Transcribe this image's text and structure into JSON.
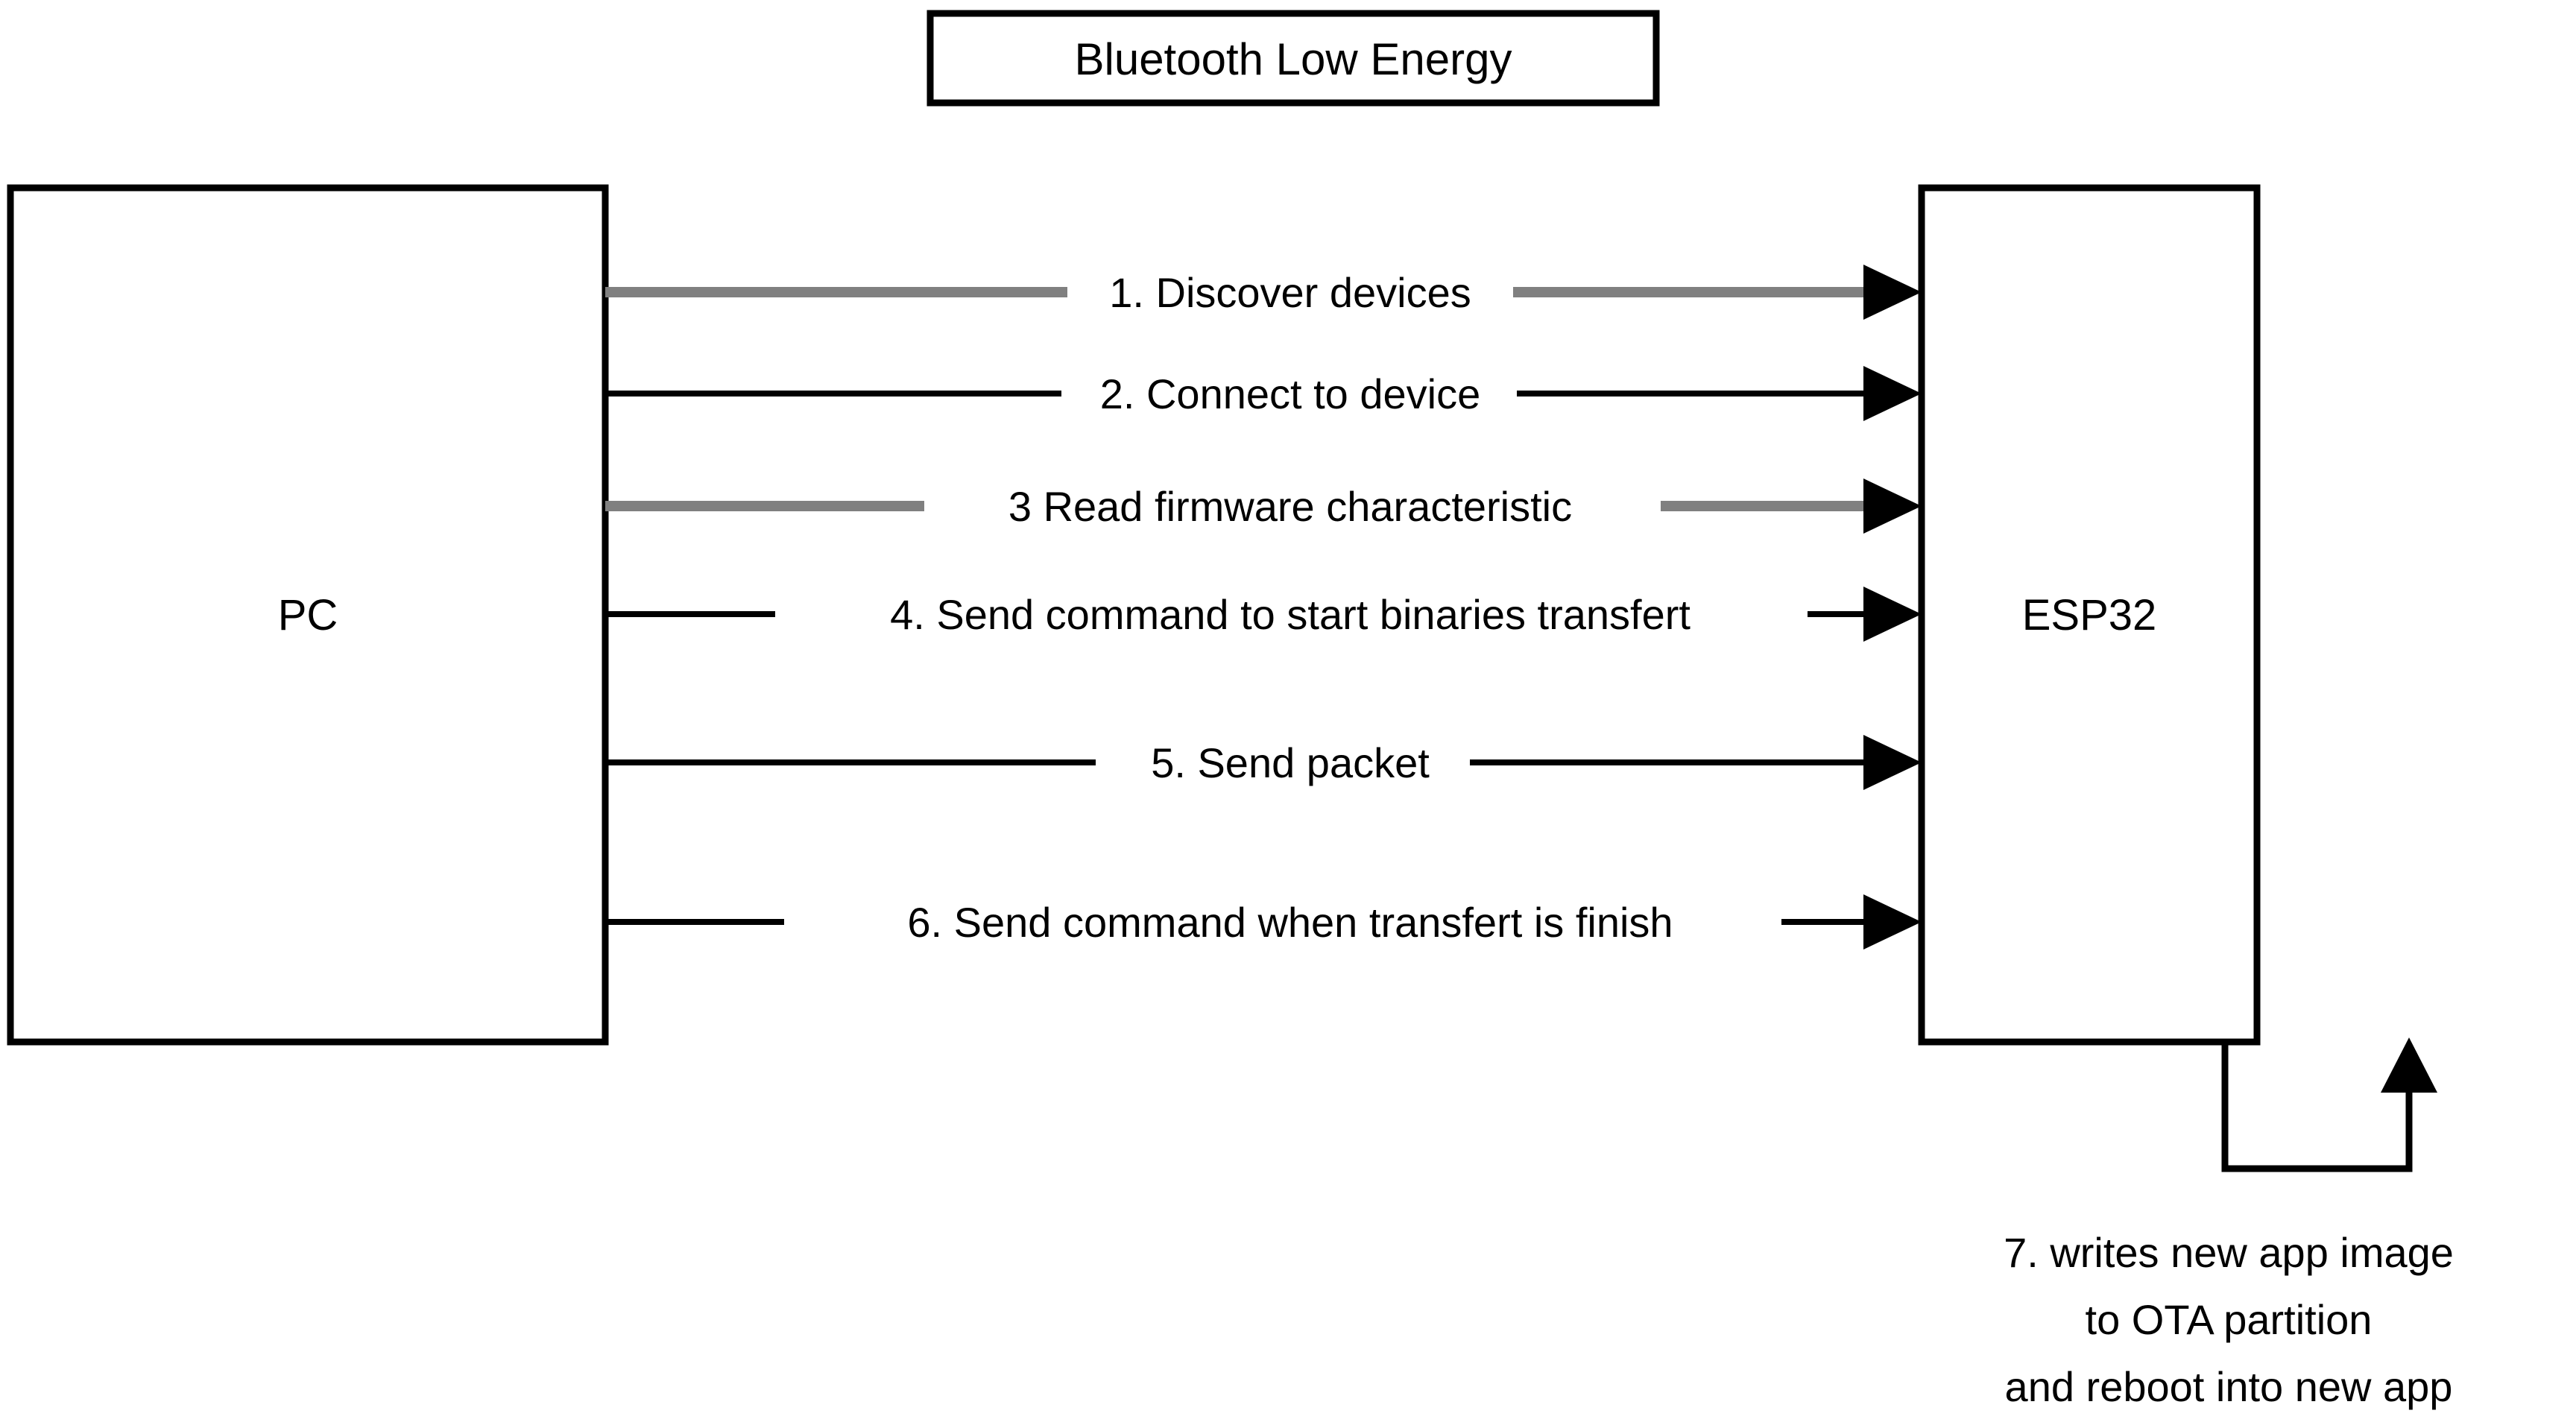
{
  "diagram": {
    "title_box": {
      "label": "Bluetooth Low Energy"
    },
    "nodes": [
      {
        "id": "pc",
        "label": "PC"
      },
      {
        "id": "esp32",
        "label": "ESP32"
      }
    ],
    "messages": [
      {
        "step": "1",
        "label": "1. Discover devices",
        "from": "pc",
        "to": "esp32",
        "color": "#808080",
        "thickness": "thick"
      },
      {
        "step": "2",
        "label": "2. Connect to device",
        "from": "pc",
        "to": "esp32",
        "color": "#000000",
        "thickness": "thin"
      },
      {
        "step": "3",
        "label": "3 Read firmware characteristic",
        "from": "pc",
        "to": "esp32",
        "color": "#808080",
        "thickness": "thick"
      },
      {
        "step": "4",
        "label": "4. Send command to start binaries transfert",
        "from": "pc",
        "to": "esp32",
        "color": "#000000",
        "thickness": "thin"
      },
      {
        "step": "5",
        "label": "5. Send packet",
        "from": "pc",
        "to": "esp32",
        "color": "#000000",
        "thickness": "thin"
      },
      {
        "step": "6",
        "label": "6. Send command when transfert is finish",
        "from": "pc",
        "to": "esp32",
        "color": "#000000",
        "thickness": "thin"
      }
    ],
    "self_loop": {
      "step": "7",
      "on": "esp32",
      "note_lines": [
        "7. writes new app image",
        "to OTA partition",
        "and reboot into new app"
      ]
    },
    "colors": {
      "stroke": "#000000",
      "gray_edge": "#808080",
      "background": "#ffffff"
    }
  }
}
